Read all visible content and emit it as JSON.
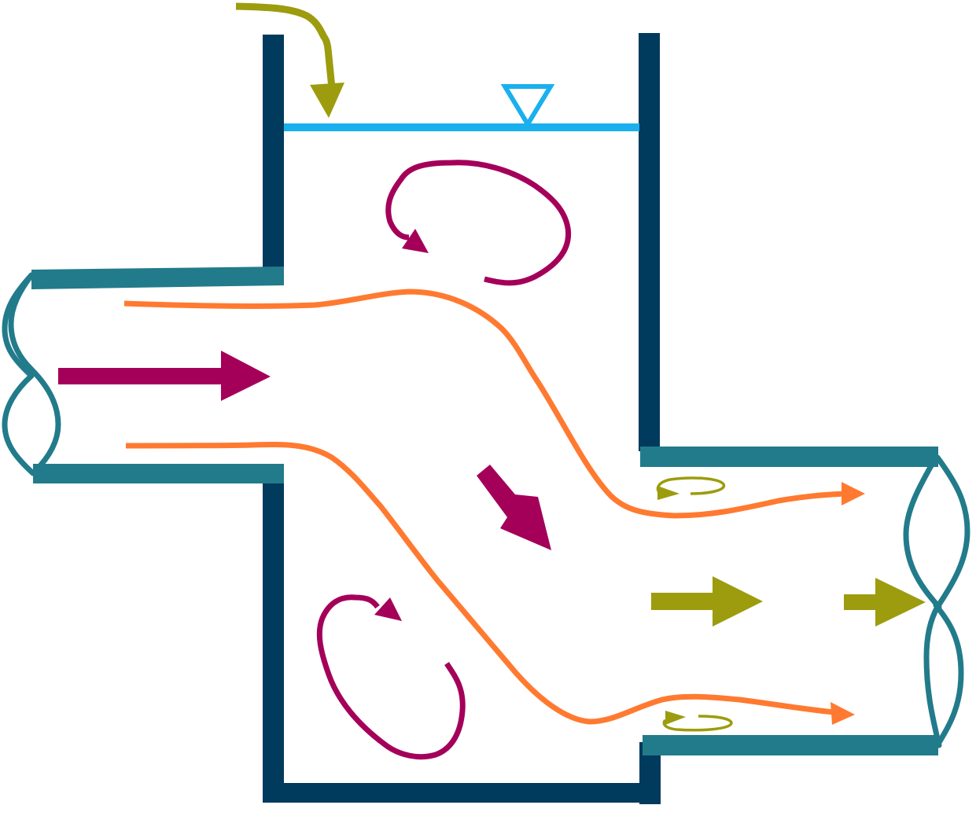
{
  "diagram": {
    "kind": "flow through a manhole / junction chamber with free surface",
    "colors": {
      "chamber_wall": "#003A5D",
      "pipe_wall": "#227B8B",
      "streamline": "#FF7A30",
      "eddy": "#A4005A",
      "main_flow_arrow": "#A4005A",
      "outflow_arrow": "#9C9C0E",
      "surface_inflow": "#9C9C0E",
      "water_surface": "#1AB0EE",
      "background": "#FFFFFF"
    },
    "elements": [
      "chamber",
      "inlet-pipe",
      "outlet-pipe",
      "water-surface",
      "streamlines",
      "eddies",
      "flow-arrows",
      "pipe-break-symbols"
    ]
  }
}
